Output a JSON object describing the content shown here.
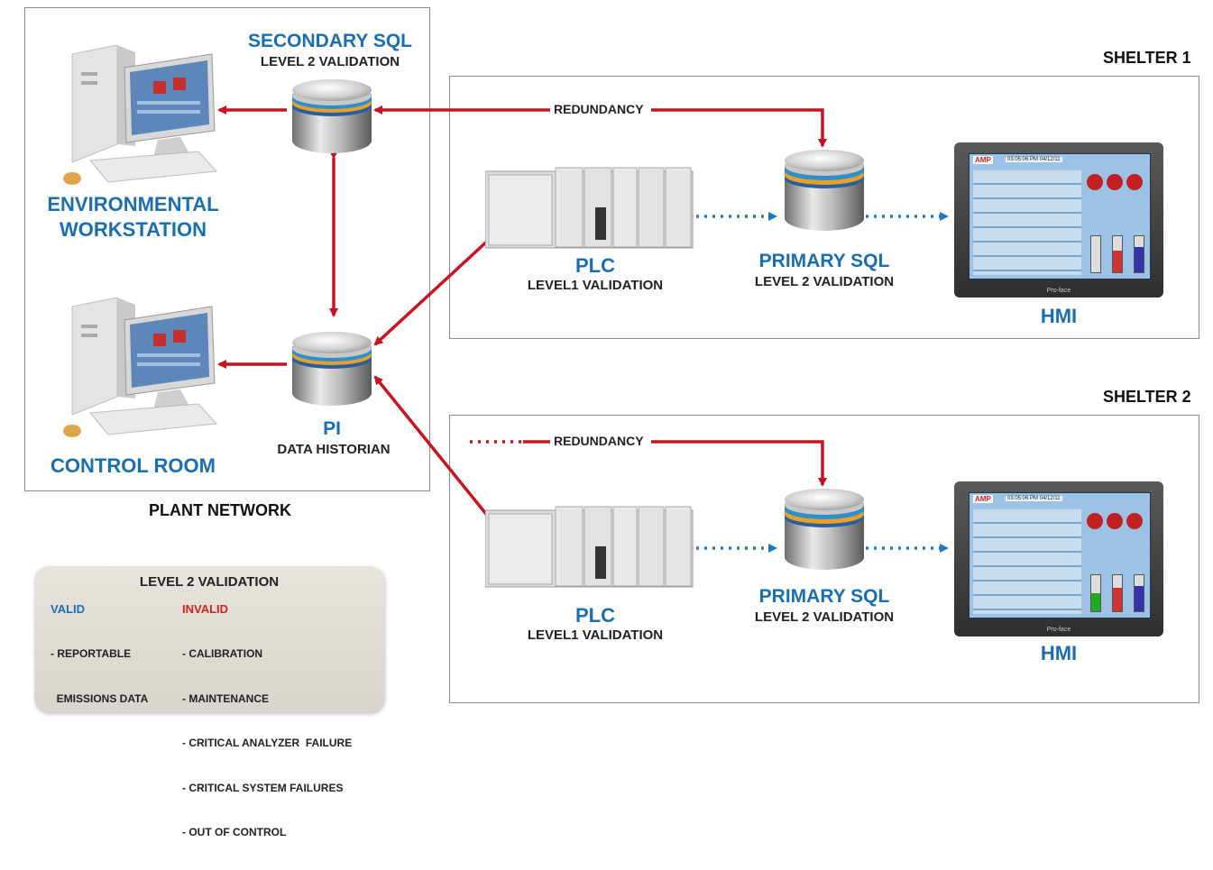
{
  "plant_network": {
    "label": "PLANT NETWORK",
    "workstation_label_line1": "ENVIRONMENTAL",
    "workstation_label_line2": "WORKSTATION",
    "control_room_label": "CONTROL ROOM",
    "secondary_sql_title": "SECONDARY SQL",
    "secondary_sql_sub": "LEVEL 2 VALIDATION",
    "pi_title": "PI",
    "pi_sub": "DATA HISTORIAN"
  },
  "shelter1": {
    "label": "SHELTER 1",
    "redundancy": "REDUNDANCY",
    "plc_title": "PLC",
    "plc_sub": "LEVEL1 VALIDATION",
    "sql_title": "PRIMARY SQL",
    "sql_sub": "LEVEL 2 VALIDATION",
    "hmi_title": "HMI"
  },
  "shelter2": {
    "label": "SHELTER 2",
    "redundancy": "REDUNDANCY",
    "plc_title": "PLC",
    "plc_sub": "LEVEL1 VALIDATION",
    "sql_title": "PRIMARY SQL",
    "sql_sub": "LEVEL 2 VALIDATION",
    "hmi_title": "HMI"
  },
  "legend": {
    "title": "LEVEL 2 VALIDATION",
    "valid_header": "VALID",
    "valid_items": [
      "- REPORTABLE",
      "  EMISSIONS DATA"
    ],
    "invalid_header": "INVALID",
    "invalid_items": [
      "- CALIBRATION",
      "- MAINTENANCE",
      "- CRITICAL ANALYZER  FAILURE",
      "- CRITICAL SYSTEM FAILURES",
      "- OUT OF CONTROL"
    ]
  },
  "hmi_screen": {
    "brand": "AMP",
    "clock": "03:05:06 PM 04/12/11",
    "bezel_brand": "Pro-face"
  },
  "colors": {
    "title_blue": "#1a6fb0",
    "arrow_red": "#c8141e",
    "dotted_blue": "#1f78c1",
    "invalid_red": "#d0231f"
  }
}
